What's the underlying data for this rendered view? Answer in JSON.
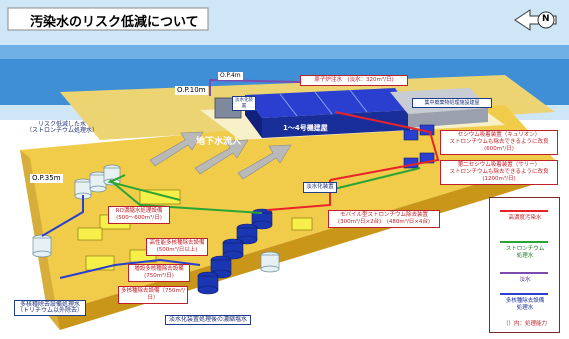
{
  "title": "汚染水のリスク低減について",
  "north_label": "N",
  "labels": {
    "op10": "O.P.10m",
    "op4": "O.P.4m",
    "op35": "O.P.35m",
    "groundwater": "地下水流入",
    "unit_buildings": "1～4号機建屋",
    "reduced_water": "リスク低減した水\n（ストロンチウム処理水）",
    "alps_treated": "多核種除去設備処理水\n（トリチウム以外除去）",
    "storage_tanks": "淡水化装置処理後の濃縮塩水"
  },
  "boxes": {
    "injection": "原子炉注水　(淡水：320m³/日)",
    "cesium1": "セシウム吸着装置（キュリオン）\nストロンチウムも除去できるように改良\n(600m³/日)",
    "cesium2": "第二セシウム吸着装置（サリー）\nストロンチウムも除去できるように改良\n(1200m³/日)",
    "desal": "淡水化装置",
    "ro": "RO濃縮水処理設備\n(500～600m³/日)",
    "alps_hp": "高性能多核種除去設備\n(500m³/日以上)",
    "alps_add": "増設多核種除去設備\n(750m³/日)",
    "alps": "多核種除去設備（750m³/日）",
    "mobile": "モバイル型ストロンチウム除去装置\n(300m³/日×2台)　(480m³/日×4台)",
    "treatment_label": "集中廃棄物処理施設建屋",
    "tank_label": "淡水化装置"
  },
  "legend": {
    "items": [
      {
        "label": "高濃度汚染水",
        "color": "#e8232a"
      },
      {
        "label": "ストロンチウム\n処理水",
        "color": "#2aa533"
      },
      {
        "label": "淡水",
        "color": "#7b4bb0"
      },
      {
        "label": "多核種除去設備\n処理水",
        "color": "#2a3fd0"
      }
    ],
    "note": "（）内：処理能力"
  },
  "colors": {
    "ground": "#f0cc4a",
    "ground_dark": "#c9961a",
    "sea": "#3f8fd6",
    "sky": "#cfe6f7",
    "building": "#2a3fd0",
    "tank_blue": "#1a36b0",
    "tank_white": "#e7f1f4",
    "equipment": "#f6ef4a"
  }
}
